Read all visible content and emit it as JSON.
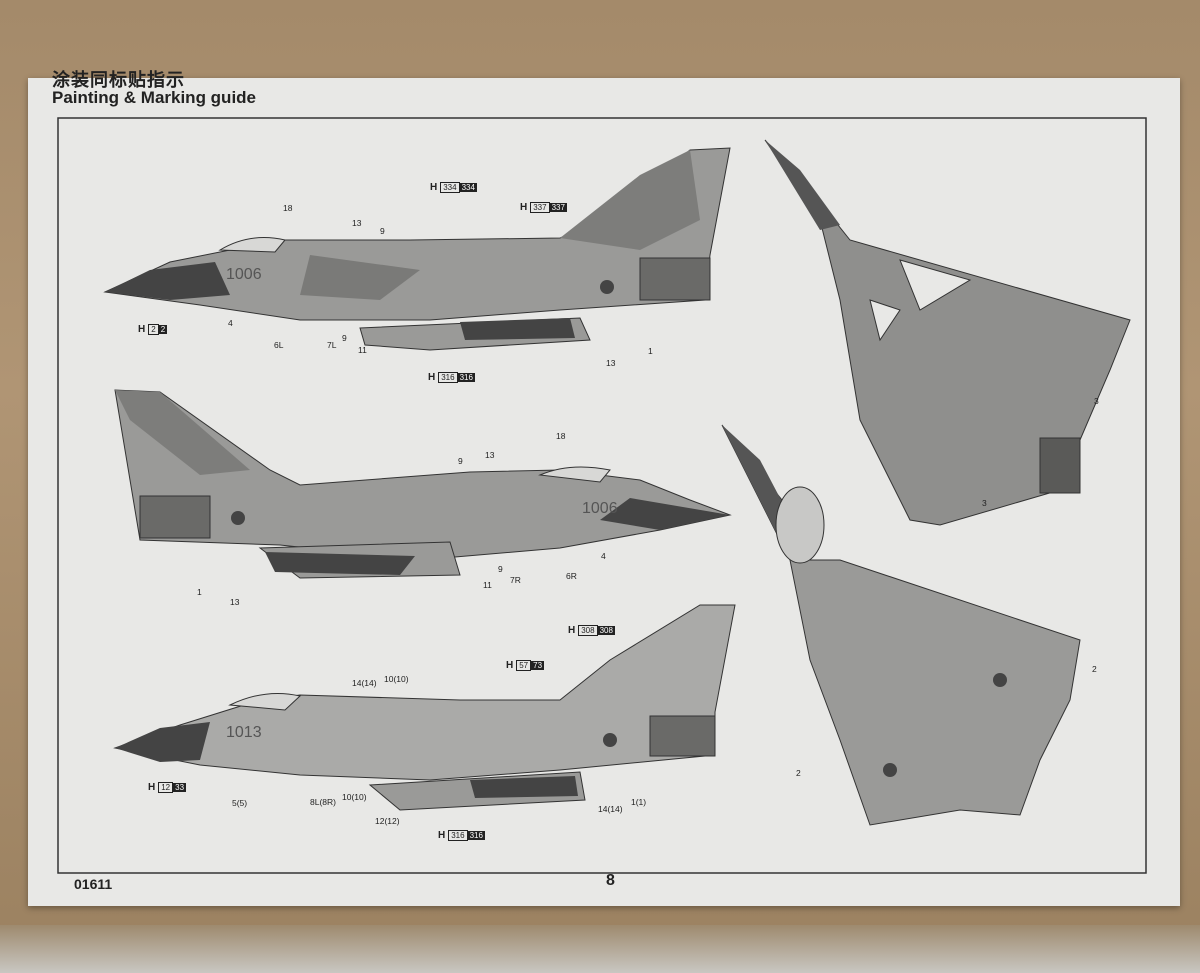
{
  "title_cn": "涂装同标贴指示",
  "title_en": "Painting & Marking guide",
  "kit_code": "01611",
  "page_number": "8",
  "paint_refs": [
    {
      "letter": "H",
      "a": "334",
      "b": "334"
    },
    {
      "letter": "H",
      "a": "337",
      "b": "337"
    },
    {
      "letter": "H",
      "a": "2",
      "b": "2"
    },
    {
      "letter": "H",
      "a": "316",
      "b": "316"
    },
    {
      "letter": "H",
      "a": "308",
      "b": "308"
    },
    {
      "letter": "H",
      "a": "57",
      "b": "73"
    },
    {
      "letter": "H",
      "a": "12",
      "b": "33"
    },
    {
      "letter": "H",
      "a": "316",
      "b": "316"
    }
  ],
  "callouts": [
    "18",
    "13",
    "9",
    "4",
    "6L",
    "7L",
    "9",
    "11",
    "13",
    "1",
    "18",
    "9",
    "13",
    "1",
    "13",
    "11",
    "9",
    "7R",
    "6R",
    "4",
    "14(14)",
    "10(10)",
    "5(5)",
    "8L(8R)",
    "10(10)",
    "12(12)",
    "14(14)",
    "1(1)",
    "3",
    "3",
    "2",
    "2"
  ],
  "aircraft_numbers": [
    "1006",
    "1006",
    "1013"
  ]
}
